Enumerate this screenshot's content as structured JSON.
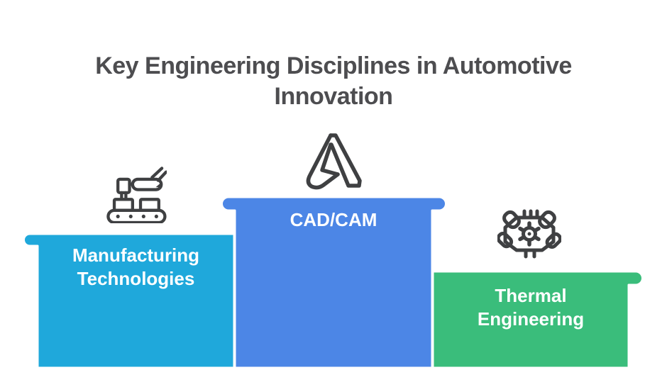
{
  "title": {
    "full": "Key Engineering Disciplines in Automotive Innovation",
    "line1": "Key Engineering Disciplines in Automotive",
    "line2": "Innovation"
  },
  "colors": {
    "background": "#FFFFFF",
    "title_text": "#4D4D50",
    "icon_stroke": "#3F4042",
    "label_text": "#FFFFFF",
    "bar_outline": "#FFFFFF",
    "manufacturing_bar": "#1FA8DB",
    "cadcam_bar": "#4C86E6",
    "thermal_bar": "#3ABD7B"
  },
  "podiums": [
    {
      "label": "Manufacturing Technologies",
      "label_line1": "Manufacturing",
      "label_line2": "Technologies",
      "color": "#1FA8DB",
      "icon": "robotic-arm-conveyor-icon",
      "height_rank": 2
    },
    {
      "label": "CAD/CAM",
      "label_line1": "CAD/CAM",
      "label_line2": "",
      "color": "#4C86E6",
      "icon": "autodesk-logo-icon",
      "height_rank": 1
    },
    {
      "label": "Thermal Engineering",
      "label_line1": "Thermal",
      "label_line2": "Engineering",
      "color": "#3ABD7B",
      "icon": "engine-gear-icon",
      "height_rank": 3
    }
  ]
}
